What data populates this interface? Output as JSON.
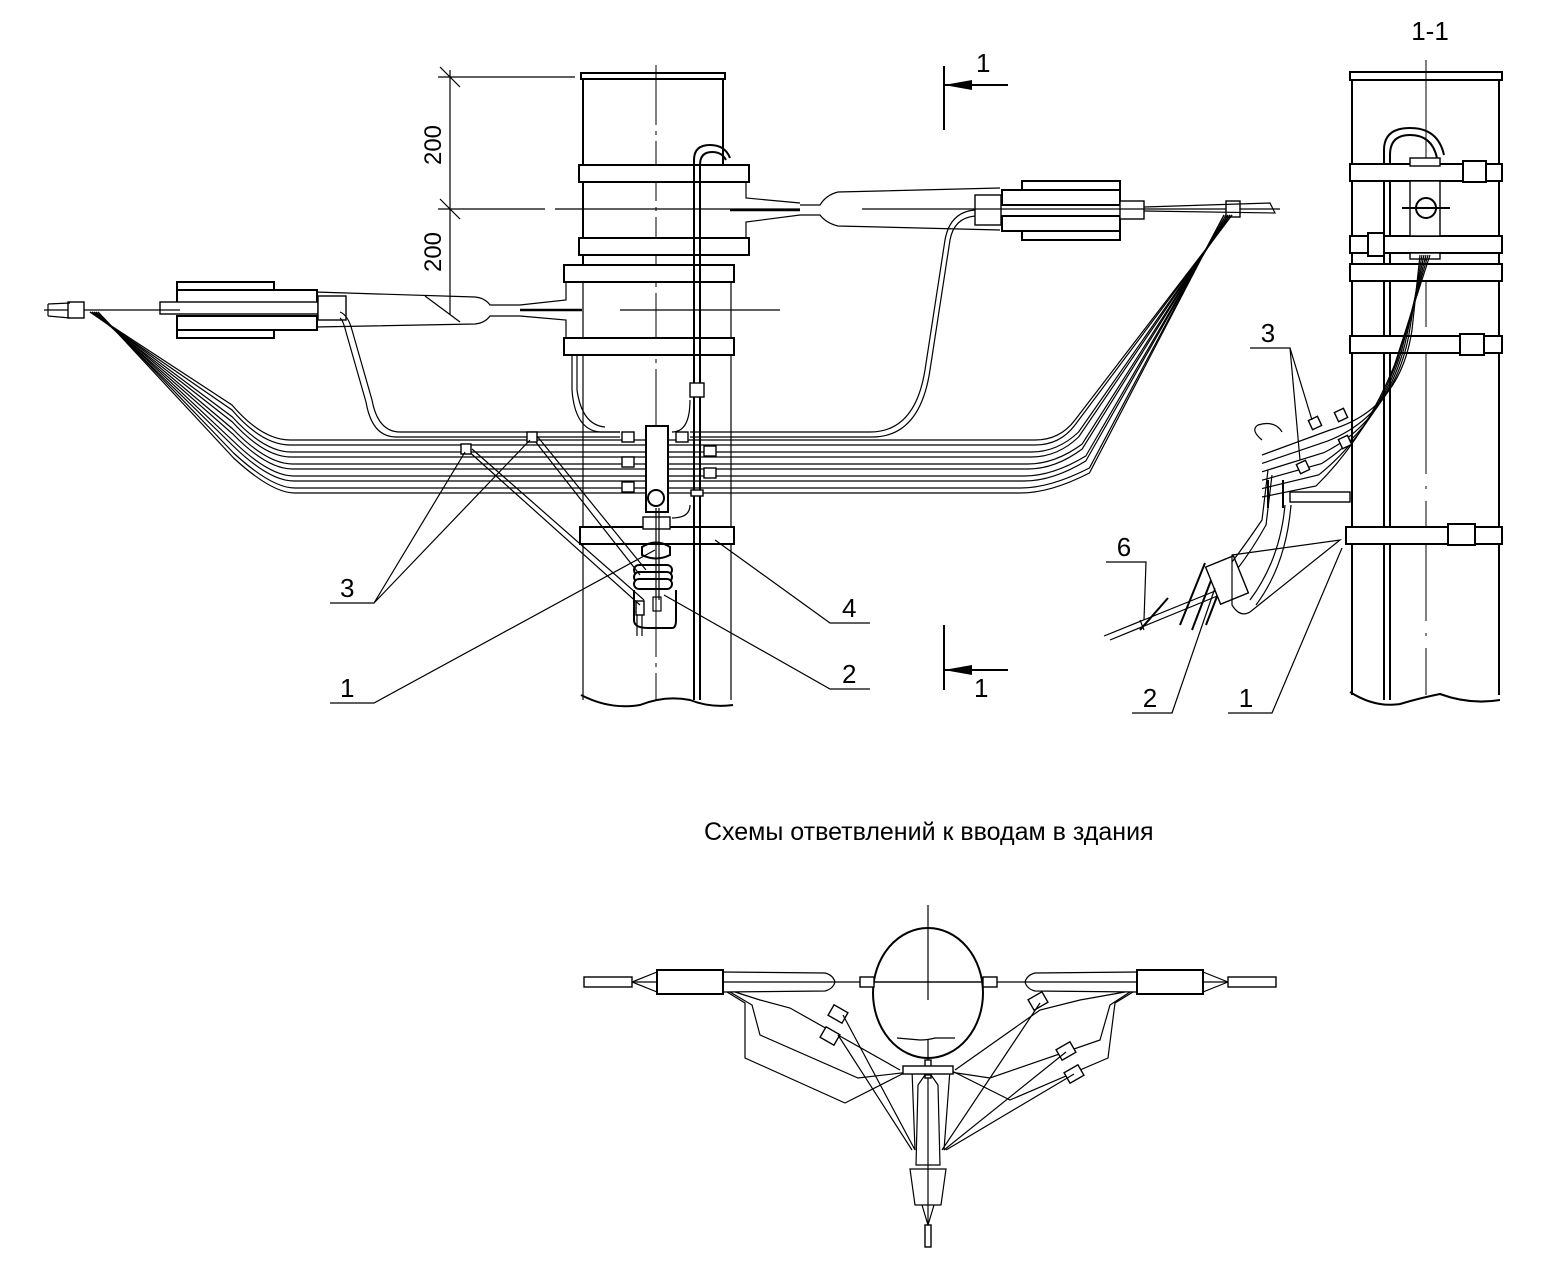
{
  "caption": "Схемы ответвлений к вводам в здания",
  "section": {
    "title": "1-1",
    "marker_top": "1",
    "marker_bottom": "1"
  },
  "dimensions": {
    "upper": "200",
    "lower": "200"
  },
  "front_view": {
    "callouts": {
      "item_3": "3",
      "item_1": "1",
      "item_2": "2",
      "item_4": "4"
    }
  },
  "section_view": {
    "callouts": {
      "item_3": "3",
      "item_6": "6",
      "item_2": "2",
      "item_1": "1"
    }
  },
  "colors": {
    "line": "#000000",
    "background": "#ffffff"
  }
}
